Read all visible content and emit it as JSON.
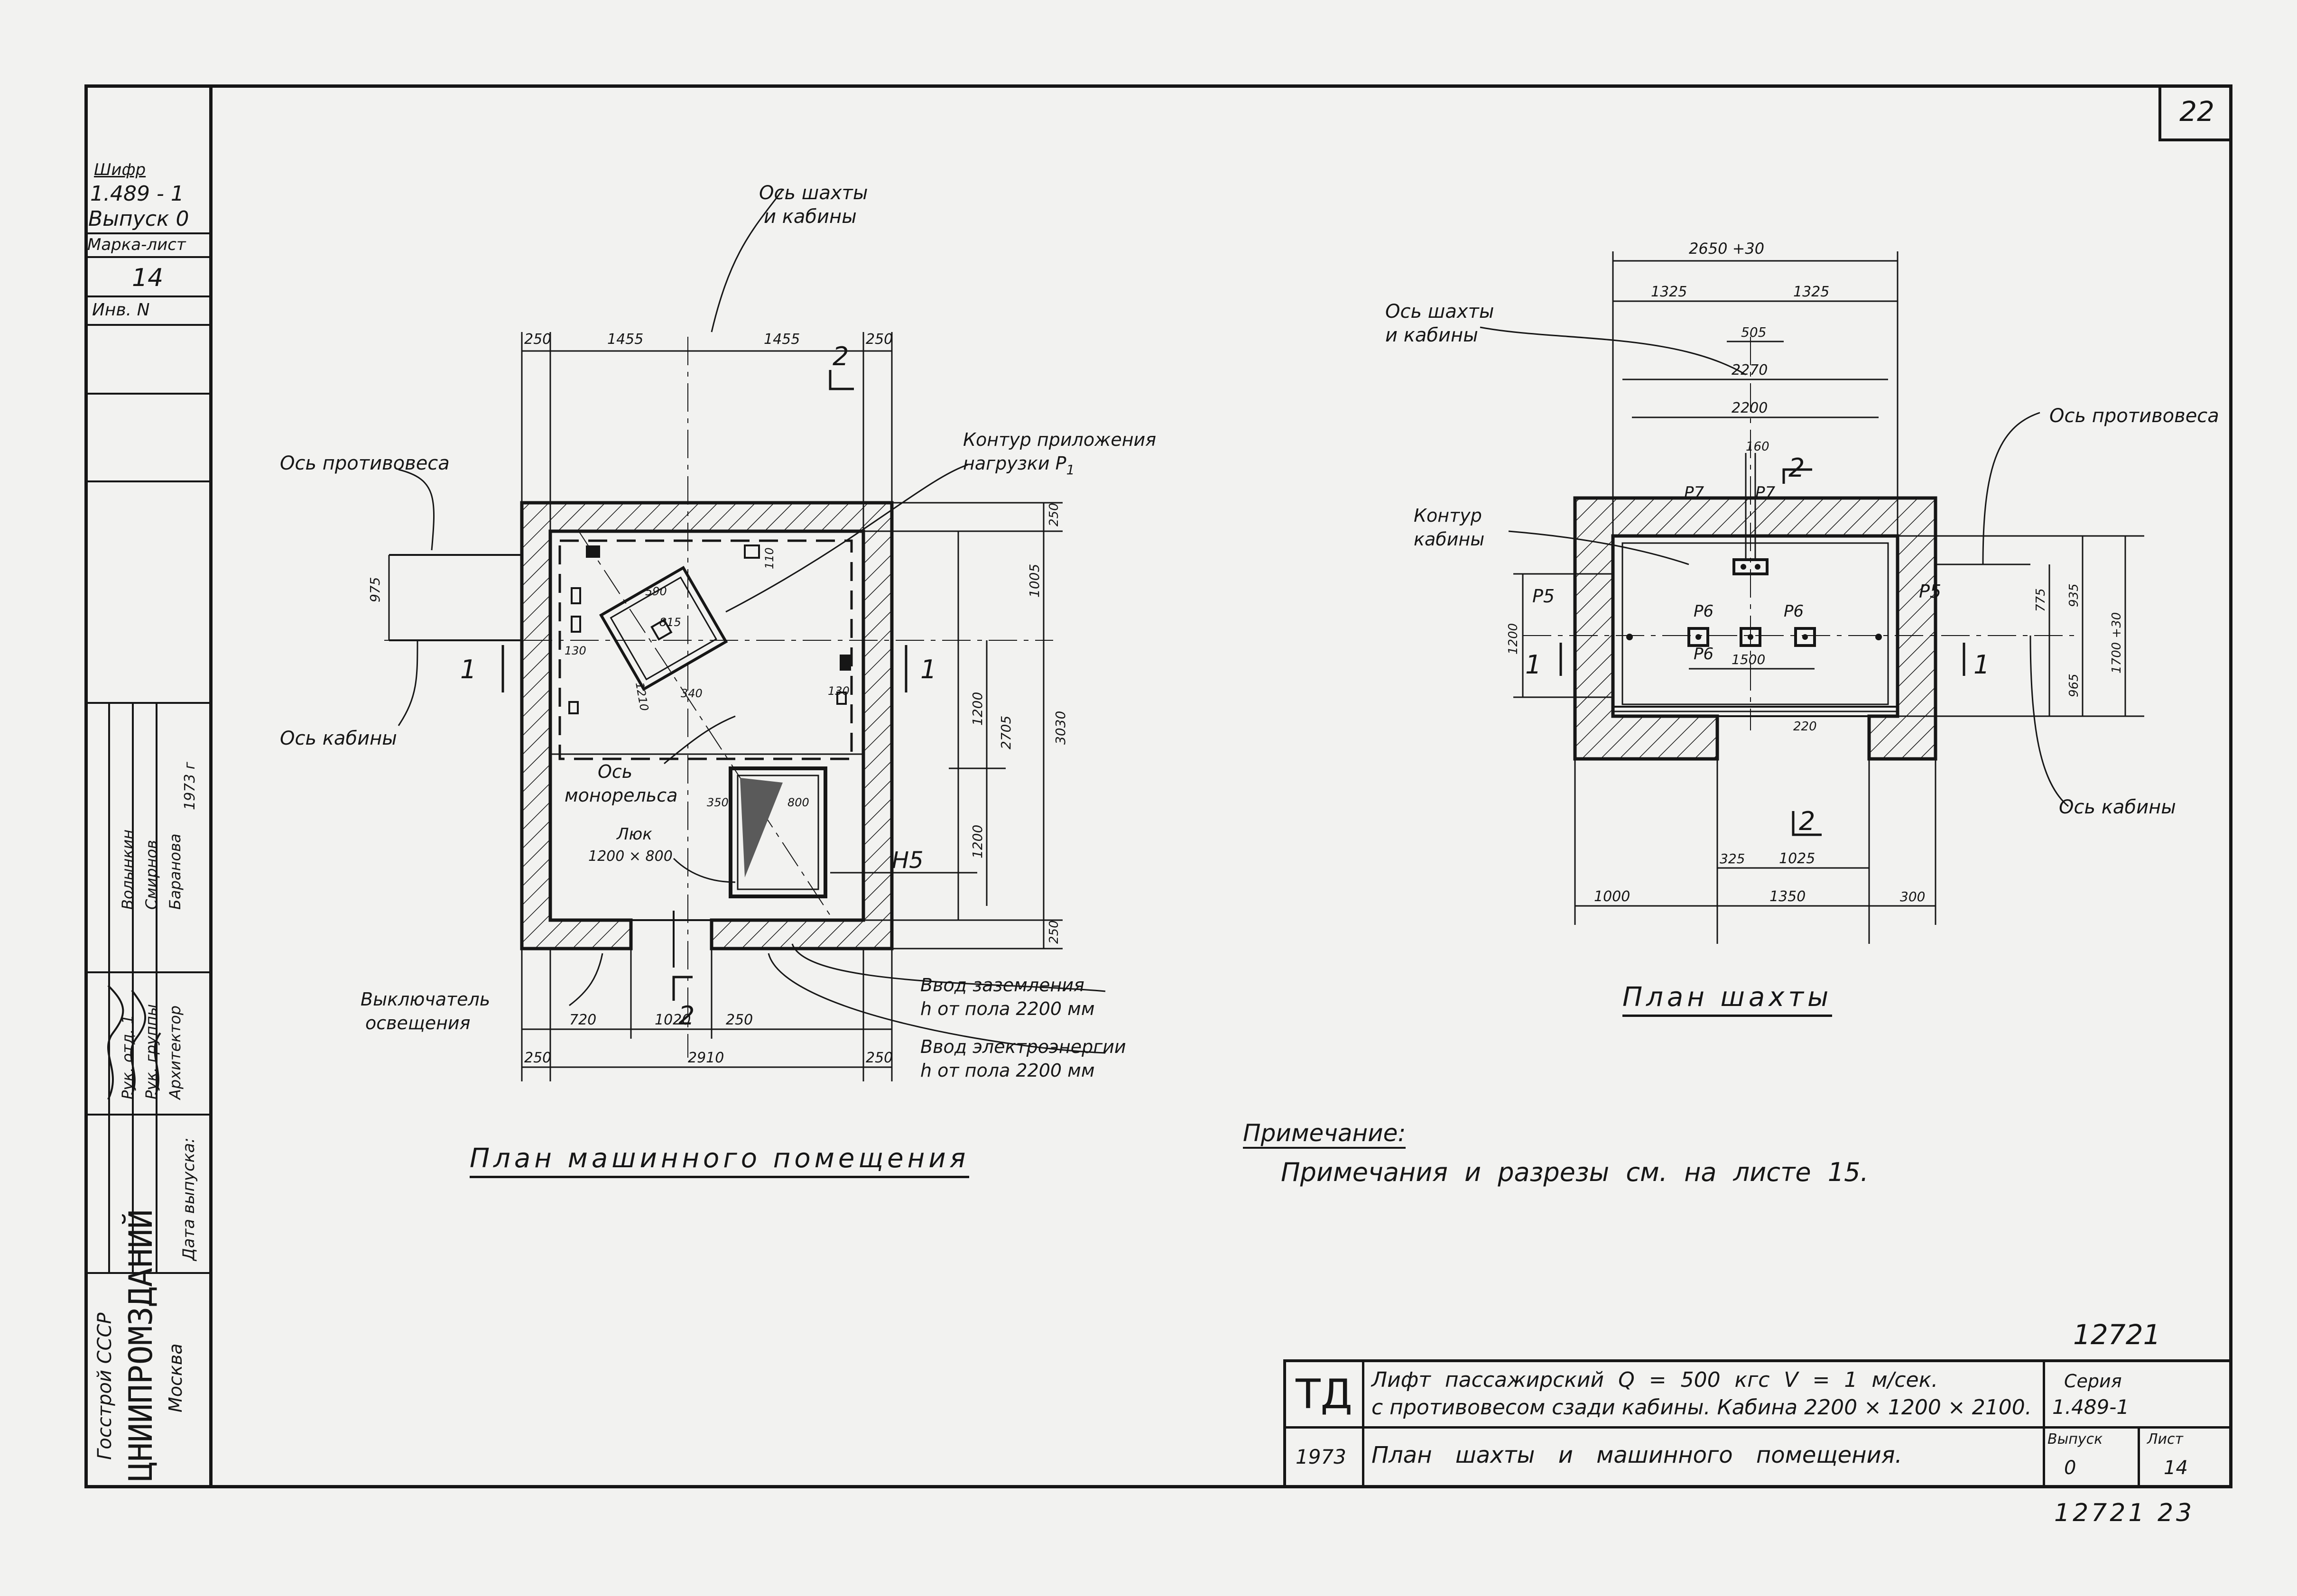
{
  "sheet": {
    "number": "22",
    "archive_number_top": "12721",
    "archive_number_bottom": "12721  23"
  },
  "left_strip": {
    "code_label": "Шифр",
    "code_value": "1.489 - 1",
    "issue": "Выпуск 0",
    "page_label": "Марка-лист",
    "page_value": "14",
    "inv": "Инв. N",
    "roles": [
      "Рук. отд. 1",
      "Рук. группы",
      "Архитектор"
    ],
    "names": [
      "Волынкин",
      "Смирнов",
      "Баранова"
    ],
    "date_label": "Дата выпуска:",
    "date_value": "1973 г",
    "org_1": "Госстрой СССР",
    "org_2": "ЦНИИПРОМЗДАНИЙ",
    "org_3": "Москва"
  },
  "machine_room": {
    "title": "План машинного помещения",
    "axis_shaft": "Ось шахты",
    "axis_shaft_2": "и кабины",
    "axis_counterweight": "Ось противовеса",
    "axis_cabin": "Ось кабины",
    "contour_1": "Контур приложения",
    "contour_2": "нагрузки P",
    "contour_sub": "1",
    "monorail_1": "Ось",
    "monorail_2": "монорельса",
    "hatch_1": "Люк",
    "hatch_2": "1200 × 800",
    "mark_h5": "Н5",
    "switch_1": "Выключатель",
    "switch_2": "освещения",
    "ground_1": "Ввод заземления",
    "ground_2": "h от пола 2200 мм",
    "power_1": "Ввод электроэнергии",
    "power_2": "h от пола 2200 мм",
    "section_1": "1",
    "section_2": "2",
    "dims": {
      "top_250_l": "250",
      "top_1455_l": "1455",
      "top_1455_r": "1455",
      "top_250_r": "250",
      "bot_720": "720",
      "bot_1020": "1020",
      "bot_250_m": "250",
      "bot_250_l": "250",
      "bot_2910": "2910",
      "bot_250_r": "250",
      "left_975": "975",
      "r_250_t": "250",
      "r_1005": "1005",
      "r_3030": "3030",
      "r_1200_a": "1200",
      "r_2705": "2705",
      "r_1200_b": "1200",
      "r_250_b": "250",
      "in_590": "590",
      "in_815": "815",
      "in_1210": "1210",
      "in_340": "340",
      "in_130_l": "130",
      "in_130_r": "130",
      "in_110": "110",
      "in_350": "350",
      "in_800": "800"
    }
  },
  "shaft": {
    "title": "План шахты",
    "axis_shaft": "Ось шахты",
    "axis_shaft_2": "и кабины",
    "axis_counterweight": "Ось противовеса",
    "axis_cabin": "Ось кабины",
    "contour_1": "Контур",
    "contour_2": "кабины",
    "p5": "P5",
    "p6": "P6",
    "p7": "P7",
    "section_1": "1",
    "section_2": "2",
    "dims": {
      "d_2650": "2650 +30",
      "d_1325_l": "1325",
      "d_1325_r": "1325",
      "d_505": "505",
      "d_2270": "2270",
      "d_2200": "2200",
      "d_160": "160",
      "d_1500": "1500",
      "d_220": "220",
      "d_325": "325",
      "d_1025": "1025",
      "d_1000": "1000",
      "d_1350": "1350",
      "d_300": "300",
      "d_1200": "1200",
      "d_775": "775",
      "d_935": "935",
      "d_965": "965",
      "d_1700": "1700 +30"
    }
  },
  "note": {
    "heading": "Примечание:",
    "text": "Примечания и разрезы см. на листе 15."
  },
  "title_block": {
    "logo": "ТД",
    "desc_1": "Лифт пассажирский Q = 500 кгс  V = 1 м/сек.",
    "desc_2": "с противовесом сзади кабины. Кабина 2200 × 1200 × 2100.",
    "year": "1973",
    "title": "План шахты и машинного помещения.",
    "series_label": "Серия",
    "series_value": "1.489-1",
    "issue_label": "Выпуск",
    "issue_value": "0",
    "sheet_label": "Лист",
    "sheet_value": "14"
  }
}
